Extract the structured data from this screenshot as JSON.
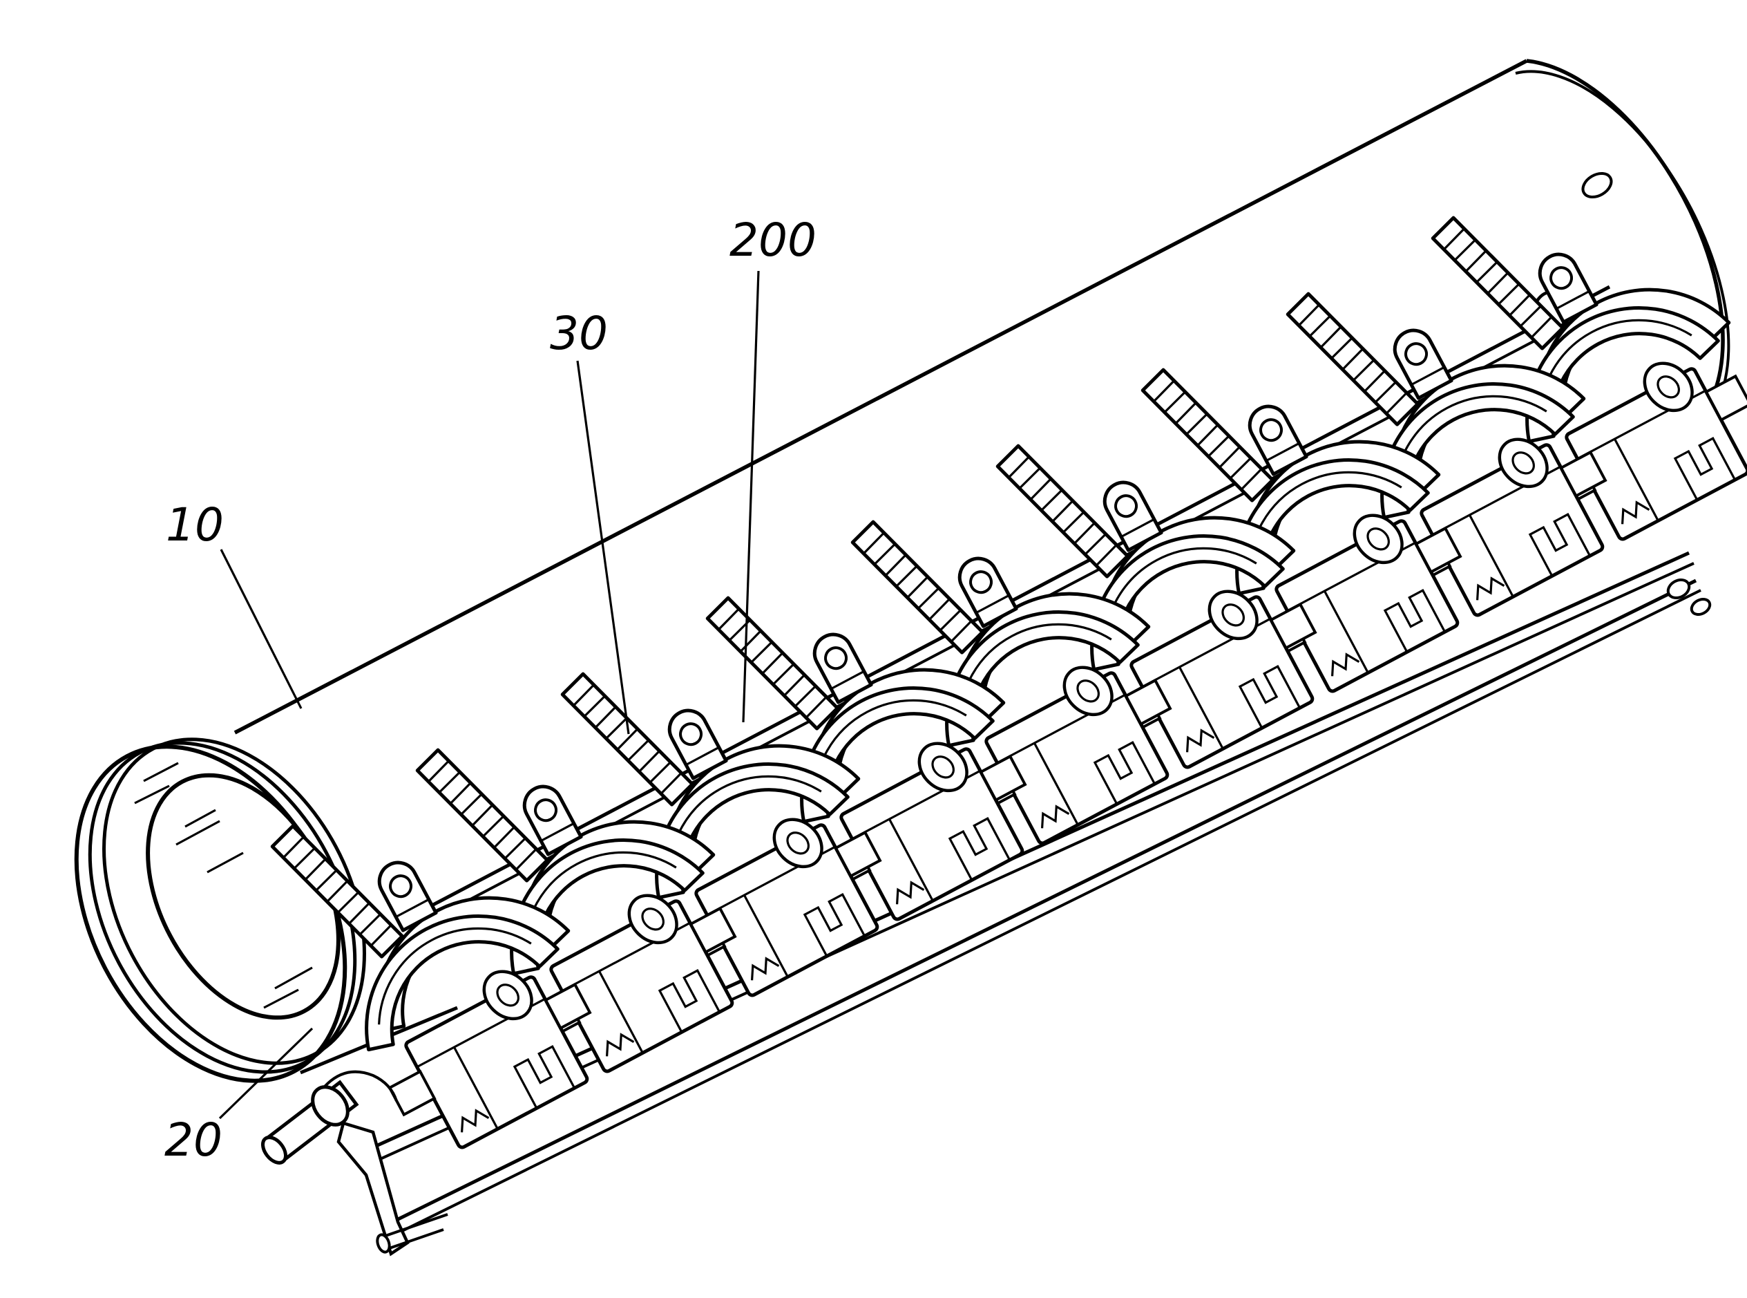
{
  "figure": {
    "type": "patent-line-drawing",
    "colors": {
      "ink": "#000000",
      "paper": "#ffffff"
    },
    "reference_numerals": [
      {
        "label": "10"
      },
      {
        "label": "20"
      },
      {
        "label": "30"
      },
      {
        "label": "200"
      }
    ]
  }
}
